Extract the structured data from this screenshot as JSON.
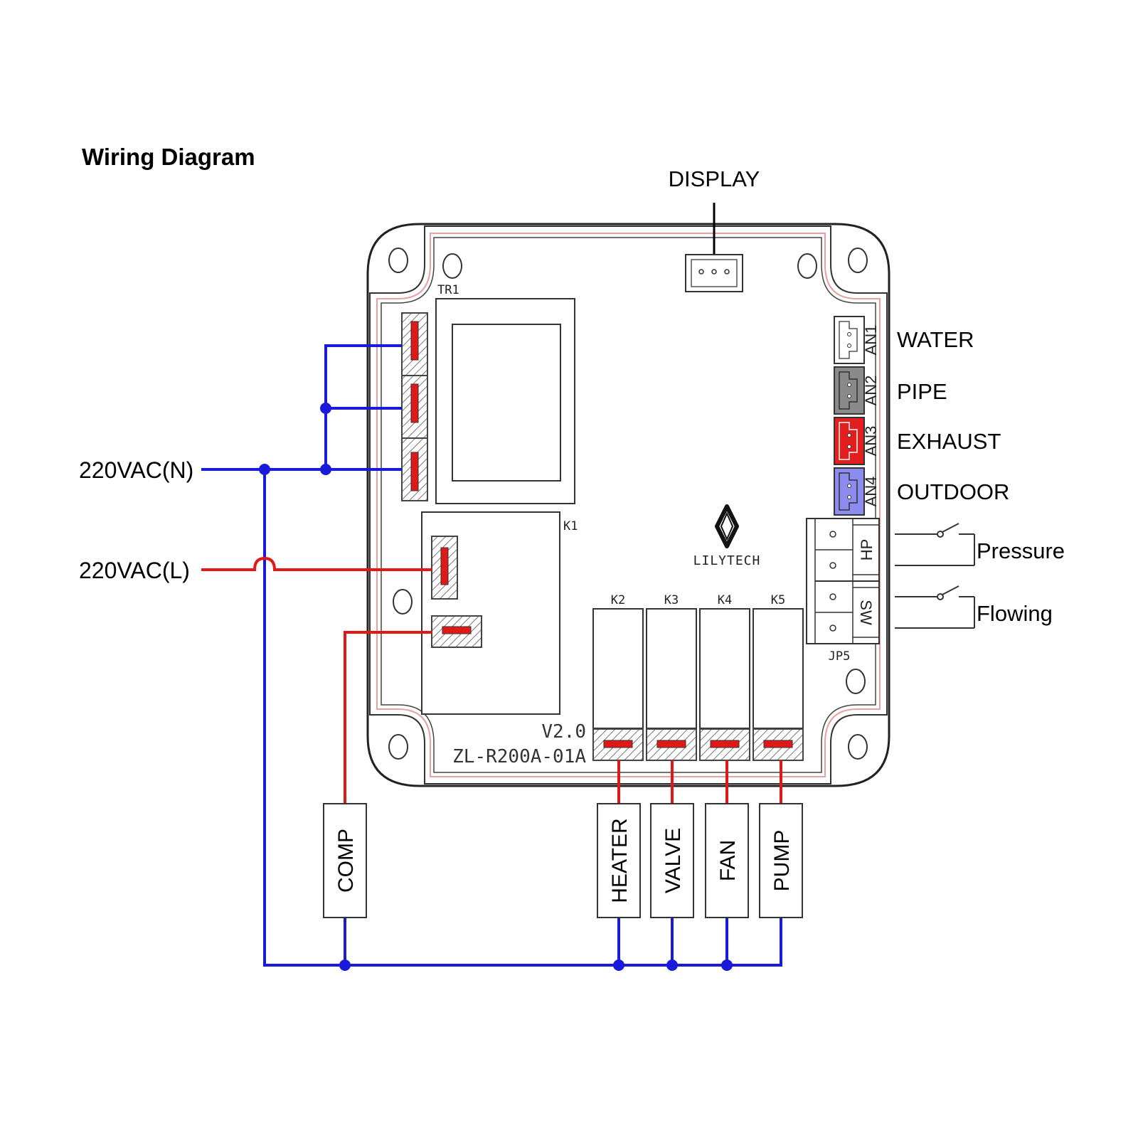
{
  "title": "Wiring Diagram",
  "board": {
    "brand": "LILYTECH",
    "version": "V2.0",
    "model": "ZL-R200A-01A",
    "labels": {
      "tr1": "TR1",
      "k1": "K1",
      "k2": "K2",
      "k3": "K3",
      "k4": "K4",
      "k5": "K5",
      "jp5": "JP5",
      "an1": "AN1",
      "an2": "AN2",
      "an3": "AN3",
      "an4": "AN4",
      "hp": "HP",
      "sw": "SW"
    }
  },
  "display": "DISPLAY",
  "power": {
    "neutral": "220VAC(N)",
    "live": "220VAC(L)"
  },
  "sensors": {
    "water": "WATER",
    "pipe": "PIPE",
    "exhaust": "EXHAUST",
    "outdoor": "OUTDOOR"
  },
  "switches": {
    "pressure": "Pressure",
    "flowing": "Flowing"
  },
  "loads": {
    "comp": "COMP",
    "heater": "HEATER",
    "valve": "VALVE",
    "fan": "FAN",
    "pump": "PUMP"
  },
  "colors": {
    "neutral": "#1a1adb",
    "live": "#e01818",
    "an2": "#8a8a8a",
    "an3": "#e41e1e",
    "an4": "#8c8cf0",
    "outline_pink": "#e8a0a0"
  }
}
